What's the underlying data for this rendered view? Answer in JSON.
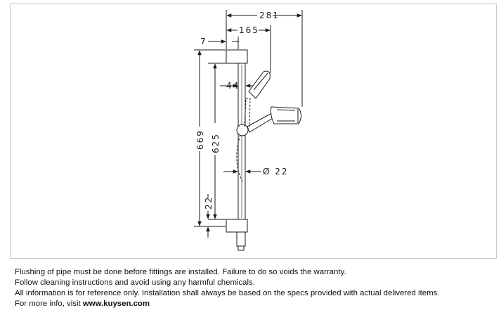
{
  "drawing": {
    "dimensions": {
      "width_total": "281",
      "width_handshower": "165",
      "offset_bracket": "7",
      "height_total": "669",
      "height_rail": "625",
      "height_base": "22",
      "spacing_small": "44",
      "rail_diameter": "Ø 22"
    }
  },
  "notes": {
    "line1": "Flushing of pipe must be done before fittings are installed. Failure to do so voids the warranty.",
    "line2": "Follow cleaning instructions and avoid using any harmful chemicals.",
    "line3": "All information is for reference only. Installation shall always be based on the specs provided with actual delivered items.",
    "line4_prefix": "For more info, visit ",
    "line4_link": "www.kuysen.com"
  },
  "colors": {
    "line": "#1a1a1a",
    "frame": "#c8c8c8"
  }
}
